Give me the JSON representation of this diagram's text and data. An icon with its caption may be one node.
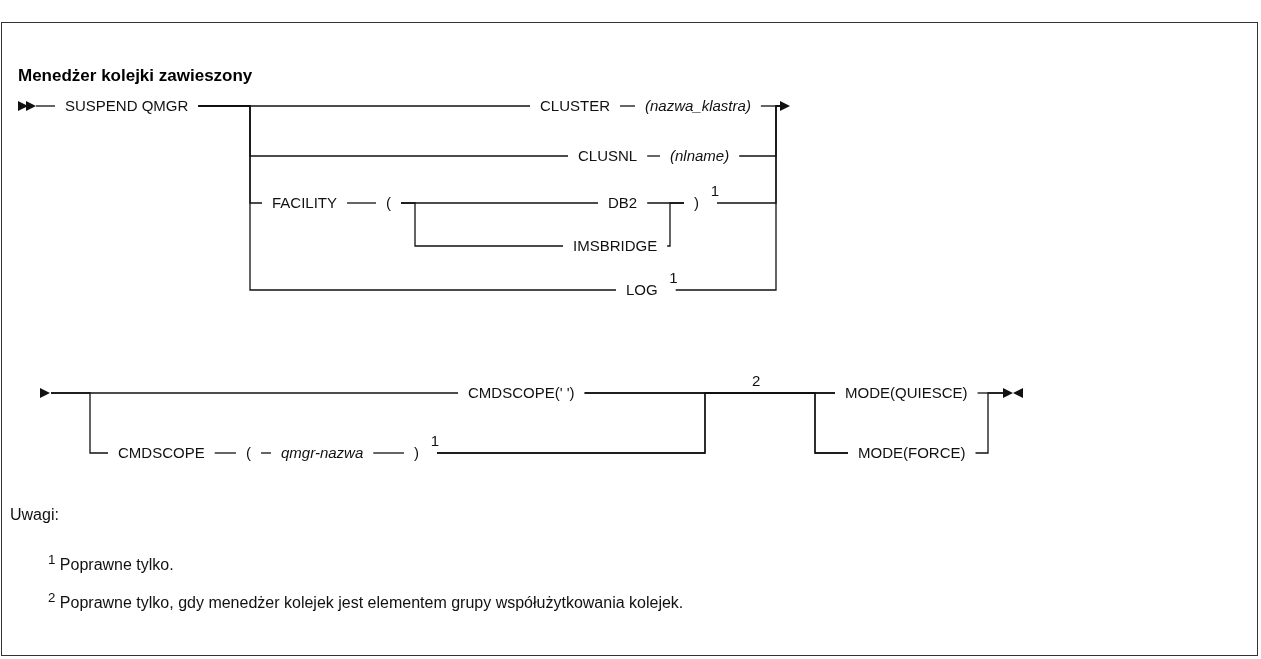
{
  "diagram": {
    "title": "Menedżer kolejki zawieszony",
    "nodes": [
      {
        "text": [
          "SUSPEND QMGR"
        ]
      },
      {
        "text": [
          "CLUSTER"
        ]
      },
      {
        "text": [
          "(nazwa_klastra)"
        ]
      },
      {
        "text": [
          "CLUSNL"
        ]
      },
      {
        "text": [
          "(nlname)"
        ]
      },
      {
        "text": [
          "FACILITY"
        ]
      },
      {
        "text": [
          "("
        ]
      },
      {
        "text": [
          "DB2"
        ]
      },
      {
        "text": [
          "IMSBRIDGE"
        ]
      },
      {
        "text": [
          ")"
        ],
        "beside": [
          "1"
        ]
      },
      {
        "text": [
          "LOG"
        ],
        "beside": [
          "1"
        ]
      },
      {
        "text": [
          "CMDSCOPE(' ')"
        ]
      },
      {
        "text": [
          "CMDSCOPE"
        ]
      },
      {
        "text": [
          "("
        ]
      },
      {
        "text": [
          "qmgr-nazwa"
        ]
      },
      {
        "text": [
          ")"
        ],
        "beside": [
          "1"
        ]
      },
      {
        "text": [
          "MODE(QUIESCE)"
        ]
      },
      {
        "text": [
          "MODE(FORCE)"
        ]
      },
      {
        "text": [],
        "shape": "triangle"
      },
      {
        "text": [],
        "shape": "triangle"
      },
      {
        "text": [],
        "shape": "triangle"
      },
      {
        "text": [],
        "shape": "bowtie"
      }
    ],
    "edges": [
      {
        "from": 18,
        "to": 0,
        "arrow": "none"
      },
      {
        "from": 0,
        "to": 1,
        "arrow": "none"
      },
      {
        "from": 0,
        "to": 3,
        "arrow": "none"
      },
      {
        "from": 0,
        "to": 5,
        "arrow": "none"
      },
      {
        "from": 0,
        "to": 10,
        "arrow": "none"
      },
      {
        "from": 1,
        "to": 2,
        "arrow": "none"
      },
      {
        "from": 3,
        "to": 4,
        "arrow": "none"
      },
      {
        "from": 5,
        "to": 6,
        "arrow": "none"
      },
      {
        "from": 6,
        "to": 7,
        "arrow": "none"
      },
      {
        "from": 6,
        "to": 8,
        "arrow": "none"
      },
      {
        "from": 7,
        "to": 9,
        "arrow": "none"
      },
      {
        "from": 8,
        "to": 9,
        "arrow": "none"
      },
      {
        "from": 2,
        "to": 19,
        "arrow": "none"
      },
      {
        "from": 4,
        "to": 19,
        "arrow": "none"
      },
      {
        "from": 9,
        "to": 19,
        "arrow": "none"
      },
      {
        "from": 10,
        "to": 19,
        "arrow": "none"
      },
      {
        "from": 20,
        "to": 11,
        "arrow": "none"
      },
      {
        "from": 20,
        "to": 12,
        "arrow": "none"
      },
      {
        "from": 12,
        "to": 13,
        "arrow": "none"
      },
      {
        "from": 13,
        "to": 14,
        "arrow": "none"
      },
      {
        "from": 14,
        "to": 15,
        "arrow": "none"
      },
      {
        "from": 11,
        "to": 16,
        "arrow": "none"
      },
      {
        "from": 11,
        "to": 17,
        "arrow": "none"
      },
      {
        "from": 15,
        "to": 16,
        "arrow": "none"
      },
      {
        "from": 15,
        "to": 17,
        "arrow": "none"
      },
      {
        "from": 16,
        "to": 21,
        "arrow": "none"
      },
      {
        "from": 17,
        "to": 21,
        "arrow": "none"
      }
    ],
    "labels": [
      "2",
      "Uwagi:",
      "$^{1}$ Poprawne tylko.",
      "$^{2}$ Poprawne tylko, gdy menedżer kolejek jest elementem grupy współużytkowania kolejek."
    ]
  }
}
